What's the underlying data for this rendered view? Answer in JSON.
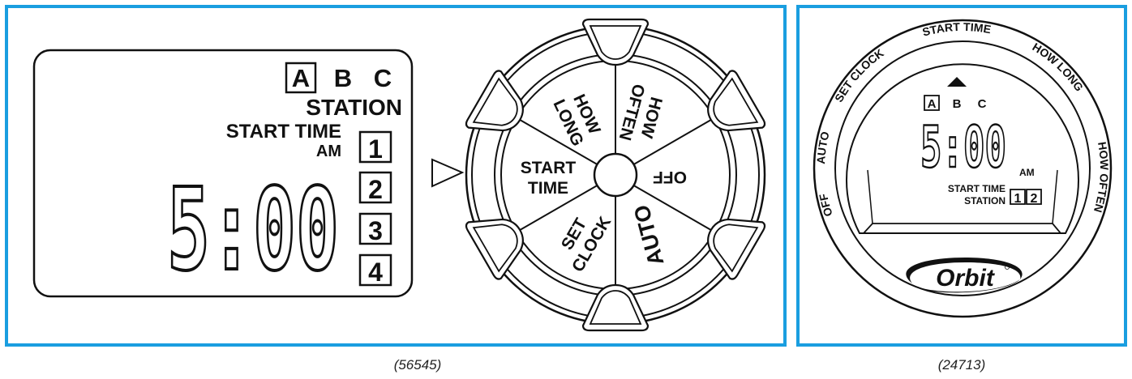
{
  "colors": {
    "frame": "#1a9ee0",
    "ink": "#111111"
  },
  "left_panel": {
    "caption": "(56545)",
    "lcd": {
      "programs": [
        "A",
        "B",
        "C"
      ],
      "selected_program": "A",
      "station_label": "STATION",
      "start_time_label": "START TIME",
      "ampm": "AM",
      "time": "5:00",
      "stations": [
        "1",
        "2",
        "3",
        "4"
      ]
    },
    "dial": {
      "labels": {
        "start_time": [
          "START",
          "TIME"
        ],
        "how_long": [
          "HOW",
          "LONG"
        ],
        "how_often": [
          "HOW",
          "OFTEN"
        ],
        "off": "OFF",
        "auto": "AUTO",
        "set_clock": [
          "SET",
          "CLOCK"
        ]
      },
      "pointer_icon": "triangle-pointer-icon"
    }
  },
  "right_panel": {
    "caption": "(24713)",
    "ring_labels": [
      "OFF",
      "AUTO",
      "SET CLOCK",
      "START TIME",
      "HOW LONG",
      "HOW OFTEN"
    ],
    "lcd": {
      "programs": [
        "A",
        "B",
        "C"
      ],
      "selected_program": "A",
      "time": "5:00",
      "ampm": "AM",
      "start_time_label": "START TIME",
      "station_label": "STATION",
      "stations": [
        "1",
        "2"
      ]
    },
    "brand": "Orbit"
  }
}
